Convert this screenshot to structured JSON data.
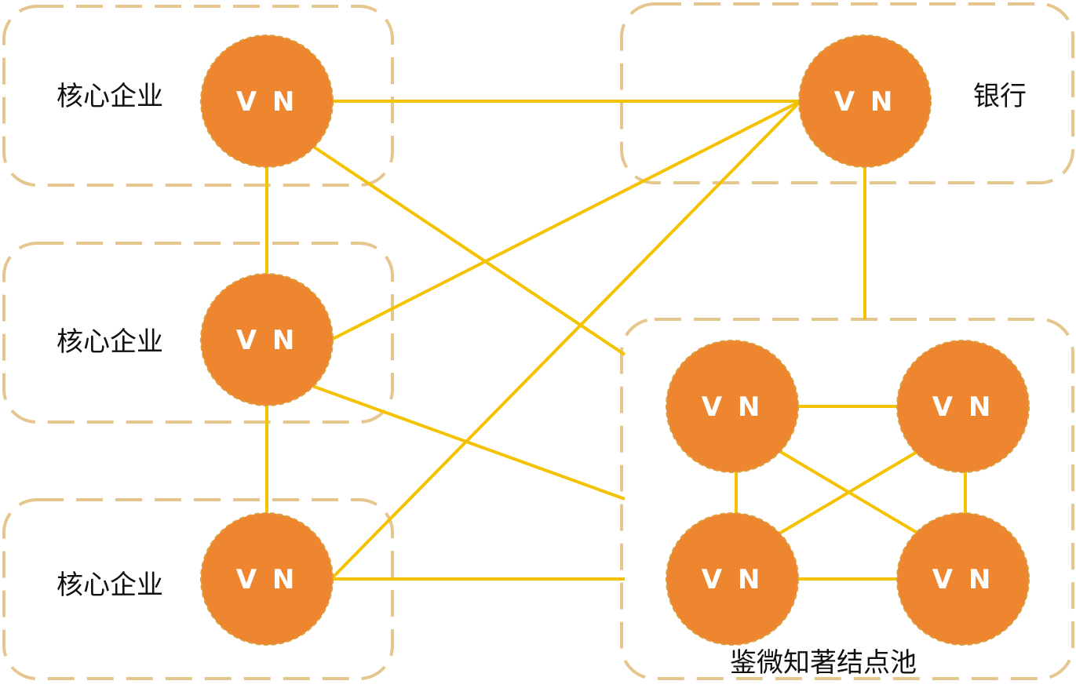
{
  "colors": {
    "group_border": "#e5c68e",
    "edge": "#f5c200",
    "node_fill": "#ee862f",
    "node_border": "#d9a040",
    "node_text": "#ffffff",
    "label_text": "#111111"
  },
  "groups": [
    {
      "id": "core1",
      "label": "核心企业"
    },
    {
      "id": "core2",
      "label": "核心企业"
    },
    {
      "id": "core3",
      "label": "核心企业"
    },
    {
      "id": "bank",
      "label": "银行"
    },
    {
      "id": "pool",
      "label": "鉴微知著结点池"
    }
  ],
  "nodes": [
    {
      "id": "c1",
      "label": "VN",
      "group": "core1"
    },
    {
      "id": "c2",
      "label": "VN",
      "group": "core2"
    },
    {
      "id": "c3",
      "label": "VN",
      "group": "core3"
    },
    {
      "id": "b",
      "label": "VN",
      "group": "bank"
    },
    {
      "id": "p1",
      "label": "VN",
      "group": "pool"
    },
    {
      "id": "p2",
      "label": "VN",
      "group": "pool"
    },
    {
      "id": "p3",
      "label": "VN",
      "group": "pool"
    },
    {
      "id": "p4",
      "label": "VN",
      "group": "pool"
    }
  ],
  "edges": [
    [
      "c1",
      "b"
    ],
    [
      "c1",
      "pool"
    ],
    [
      "c1",
      "c2"
    ],
    [
      "c2",
      "c3"
    ],
    [
      "c2",
      "b"
    ],
    [
      "c2",
      "pool"
    ],
    [
      "c3",
      "b"
    ],
    [
      "c3",
      "pool"
    ],
    [
      "b",
      "pool"
    ],
    [
      "p1",
      "p2"
    ],
    [
      "p1",
      "p3"
    ],
    [
      "p2",
      "p4"
    ],
    [
      "p3",
      "p4"
    ],
    [
      "p1",
      "p4"
    ],
    [
      "p2",
      "p3"
    ]
  ]
}
